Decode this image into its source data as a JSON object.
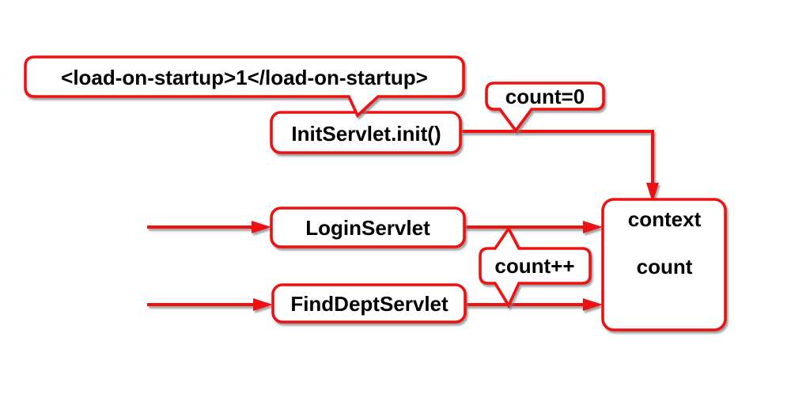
{
  "diagram": {
    "title": "servlet-context-count-diagram",
    "colors": {
      "accent": "#ee1111",
      "text": "#000000",
      "background": "#ffffff",
      "shadow": "#7d7d7d"
    },
    "callouts": {
      "load_on_startup": "<load-on-startup>1</load-on-startup>",
      "count_zero": "count=0",
      "count_increment": "count++"
    },
    "nodes": {
      "init_servlet": "InitServlet.init()",
      "login_servlet": "LoginServlet",
      "find_dept_servlet": "FindDeptServlet",
      "context_title": "context",
      "context_variable": "count"
    }
  }
}
